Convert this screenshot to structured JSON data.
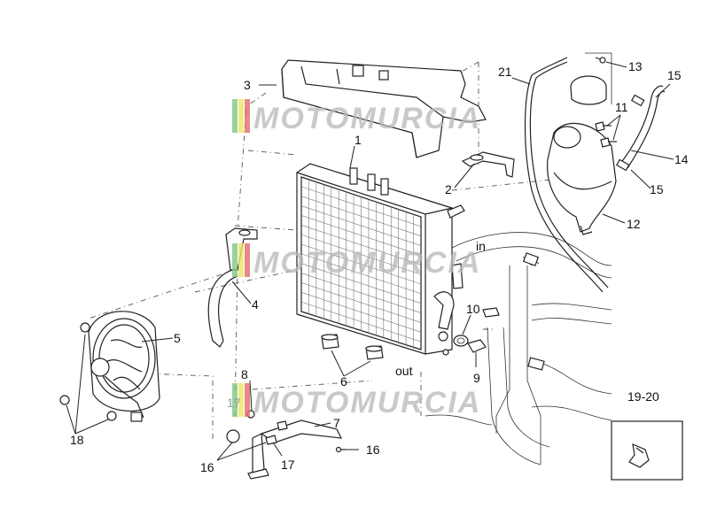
{
  "watermark": {
    "brand": "MOTOMURCIA",
    "stripe_colors": [
      "#7ec87e",
      "#f0e26a",
      "#e26a6a"
    ]
  },
  "labels": {
    "l1": "1",
    "l2": "2",
    "l3": "3",
    "l4": "4",
    "l5": "5",
    "l6": "6",
    "l7": "7",
    "l8": "8",
    "l9": "9",
    "l10": "10",
    "l11": "11",
    "l12": "12",
    "l13": "13",
    "l14": "14",
    "l15a": "15",
    "l15b": "15",
    "l16a": "16",
    "l16b": "16",
    "l17a": "17",
    "l17b": "17",
    "l18": "18",
    "l21": "21",
    "l1920": "19-20"
  },
  "annotations": {
    "in": "in",
    "out": "out"
  }
}
